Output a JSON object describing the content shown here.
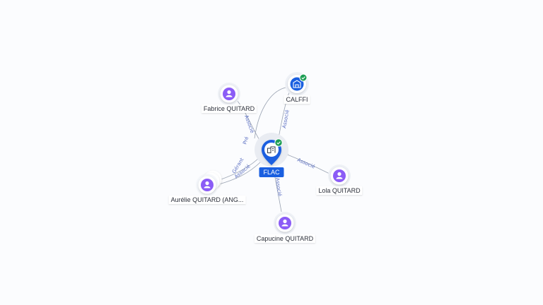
{
  "center": {
    "label": "FLAC",
    "icon": "building-icon",
    "verified": true
  },
  "nodes": {
    "calffi": {
      "label": "CALFFI",
      "icon": "building-icon",
      "verified": true
    },
    "fabrice": {
      "label": "Fabrice QUITARD",
      "icon": "person-icon"
    },
    "aurelie": {
      "label": "Aurélie QUITARD (ANG...",
      "icon": "person-icon"
    },
    "lola": {
      "label": "Lola QUITARD",
      "icon": "person-icon"
    },
    "capucine": {
      "label": "Capucine QUITARD",
      "icon": "person-icon"
    }
  },
  "edges": {
    "calffi_flac": "Associé",
    "fabrice_flac_1": "Associé",
    "fabrice_flac_2": "Pré",
    "aurelie_flac_1": "Gérant",
    "aurelie_flac_2": "Associé",
    "lola_flac": "Associé",
    "capucine_flac": "Associé"
  },
  "colors": {
    "person": "#8b5cf6",
    "company": "#1a5fe0",
    "verified": "#1e9e55",
    "edge": "#9aa3b2",
    "edge_label": "#5b6fc2"
  }
}
